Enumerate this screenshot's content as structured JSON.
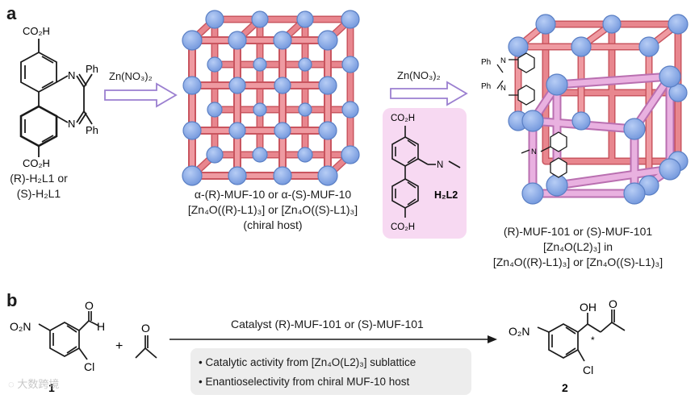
{
  "panel_a_label": "a",
  "panel_b_label": "b",
  "ligand_l1": {
    "co2h_top": "CO₂H",
    "co2h_bottom": "CO₂H",
    "n_top": "N",
    "n_bottom": "N",
    "ph_top": "Ph",
    "ph_bottom": "Ph",
    "caption_line1": "(R)-H₂L1 or",
    "caption_line2": "(S)-H₂L1"
  },
  "arrow1_reagent": "Zn(NO₃)₂",
  "arrow2_reagent": "Zn(NO₃)₂",
  "muf10_caption": {
    "line1": "α-(R)-MUF-10 or α-(S)-MUF-10",
    "line2": "[Zn₄O((R)-L1)₃] or [Zn₄O((S)-L1)₃]",
    "line3": "(chiral host)"
  },
  "ligand_l2": {
    "co2h_top": "CO₂H",
    "co2h_bottom": "CO₂H",
    "n_label": "N",
    "name": "H₂L2"
  },
  "muf101_caption": {
    "line1": "(R)-MUF-101 or (S)-MUF-101",
    "line2": "[Zn₄O(L2)₃] in",
    "line3": "[Zn₄O((R)-L1)₃] or [Zn₄O((S)-L1)₃]"
  },
  "muf101_decor": {
    "ph_top": "Ph",
    "ph_bottom": "Ph",
    "n_top": "N",
    "n_bottom": "N",
    "n_amine": "N"
  },
  "reaction": {
    "reactant1_no2": "O₂N",
    "reactant1_h": "H",
    "reactant1_o": "O",
    "reactant1_cl": "Cl",
    "reactant1_number": "1",
    "plus": "+",
    "acetone_o": "O",
    "catalyst_label": "Catalyst (R)-MUF-101 or (S)-MUF-101",
    "note_line1": "• Catalytic activity from [Zn₄O(L2)₃] sublattice",
    "note_line2": "• Enantioselectivity from chiral MUF-10 host",
    "product_oh": "OH",
    "product_o": "O",
    "product_no2": "O₂N",
    "product_cl": "Cl",
    "product_star": "*",
    "product_number": "2"
  },
  "watermark": "大数跨境",
  "colors": {
    "strut_red": "#e8868e",
    "strut_red_dark": "#c9555f",
    "strut_pink": "#e2a0d8",
    "node_blue": "#8fb0ea",
    "node_blue_dark": "#5a7fc4",
    "arrow_purple": "#9b7fd0",
    "l2_box": "#f7d9f2",
    "note_box": "#ededed"
  }
}
